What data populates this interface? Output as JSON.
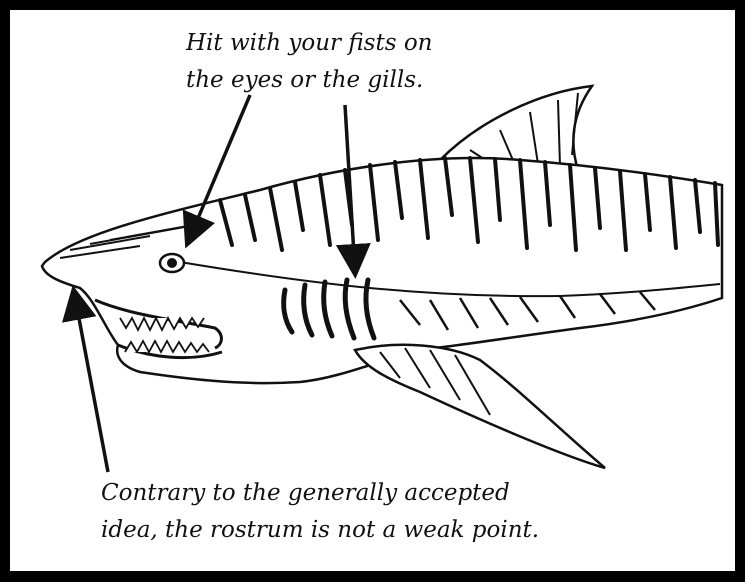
{
  "captions": {
    "top": {
      "line1": "Hit with your fists on",
      "line2": "the eyes or the gills."
    },
    "bottom": {
      "line1": "Contrary to the generally accepted",
      "line2": "idea, the rostrum is not a weak point."
    }
  },
  "colors": {
    "ink": "#111111",
    "frame": "#000000",
    "paper": "#ffffff"
  }
}
